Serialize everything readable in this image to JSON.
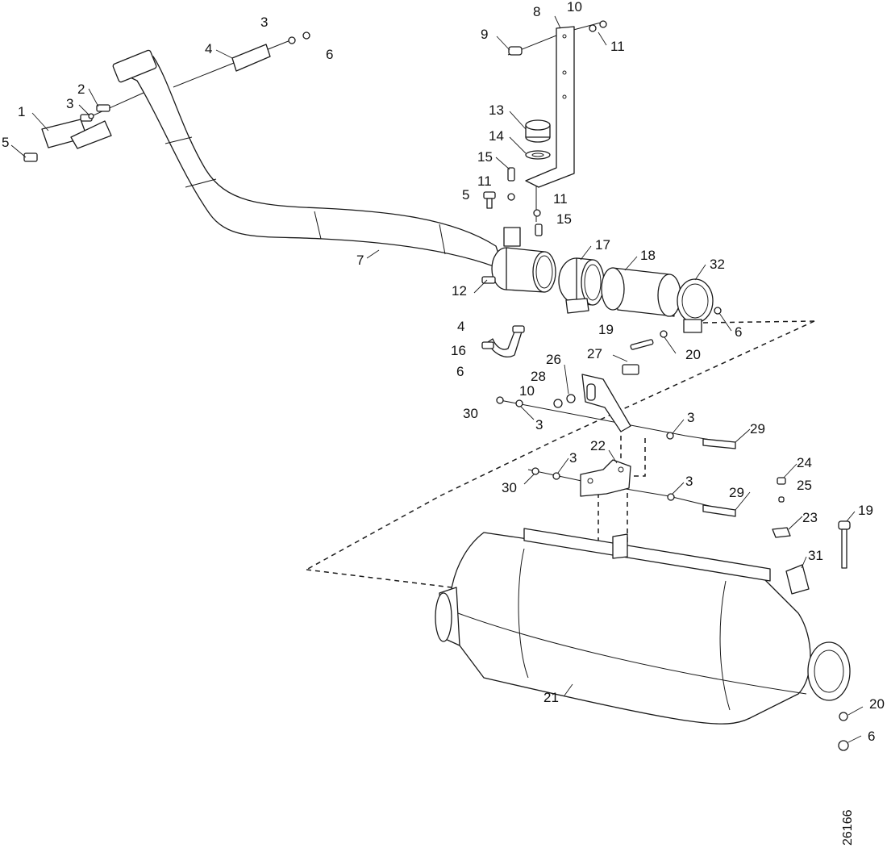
{
  "drawing_number": "26166",
  "callouts": [
    {
      "id": "c-1",
      "text": "1"
    },
    {
      "id": "c-2",
      "text": "2"
    },
    {
      "id": "c-3a",
      "text": "3"
    },
    {
      "id": "c-5a",
      "text": "5"
    },
    {
      "id": "c-3b",
      "text": "3"
    },
    {
      "id": "c-4a",
      "text": "4"
    },
    {
      "id": "c-6a",
      "text": "6"
    },
    {
      "id": "c-7",
      "text": "7"
    },
    {
      "id": "c-8",
      "text": "8"
    },
    {
      "id": "c-10a",
      "text": "10"
    },
    {
      "id": "c-9",
      "text": "9"
    },
    {
      "id": "c-11a",
      "text": "11"
    },
    {
      "id": "c-13",
      "text": "13"
    },
    {
      "id": "c-14",
      "text": "14"
    },
    {
      "id": "c-15a",
      "text": "15"
    },
    {
      "id": "c-11b",
      "text": "11"
    },
    {
      "id": "c-5b",
      "text": "5"
    },
    {
      "id": "c-11c",
      "text": "11"
    },
    {
      "id": "c-15b",
      "text": "15"
    },
    {
      "id": "c-17",
      "text": "17"
    },
    {
      "id": "c-18",
      "text": "18"
    },
    {
      "id": "c-32",
      "text": "32"
    },
    {
      "id": "c-12",
      "text": "12"
    },
    {
      "id": "c-6b",
      "text": "6"
    },
    {
      "id": "c-4b",
      "text": "4"
    },
    {
      "id": "c-19a",
      "text": "19"
    },
    {
      "id": "c-20a",
      "text": "20"
    },
    {
      "id": "c-16",
      "text": "16"
    },
    {
      "id": "c-26",
      "text": "26"
    },
    {
      "id": "c-27",
      "text": "27"
    },
    {
      "id": "c-6c",
      "text": "6"
    },
    {
      "id": "c-28",
      "text": "28"
    },
    {
      "id": "c-10b",
      "text": "10"
    },
    {
      "id": "c-30a",
      "text": "30"
    },
    {
      "id": "c-3c",
      "text": "3"
    },
    {
      "id": "c-3d",
      "text": "3"
    },
    {
      "id": "c-29a",
      "text": "29"
    },
    {
      "id": "c-22",
      "text": "22"
    },
    {
      "id": "c-3e",
      "text": "3"
    },
    {
      "id": "c-24",
      "text": "24"
    },
    {
      "id": "c-25",
      "text": "25"
    },
    {
      "id": "c-30b",
      "text": "30"
    },
    {
      "id": "c-3f",
      "text": "3"
    },
    {
      "id": "c-29b",
      "text": "29"
    },
    {
      "id": "c-23",
      "text": "23"
    },
    {
      "id": "c-19b",
      "text": "19"
    },
    {
      "id": "c-31",
      "text": "31"
    },
    {
      "id": "c-21",
      "text": "21"
    },
    {
      "id": "c-20b",
      "text": "20"
    },
    {
      "id": "c-6d",
      "text": "6"
    }
  ]
}
